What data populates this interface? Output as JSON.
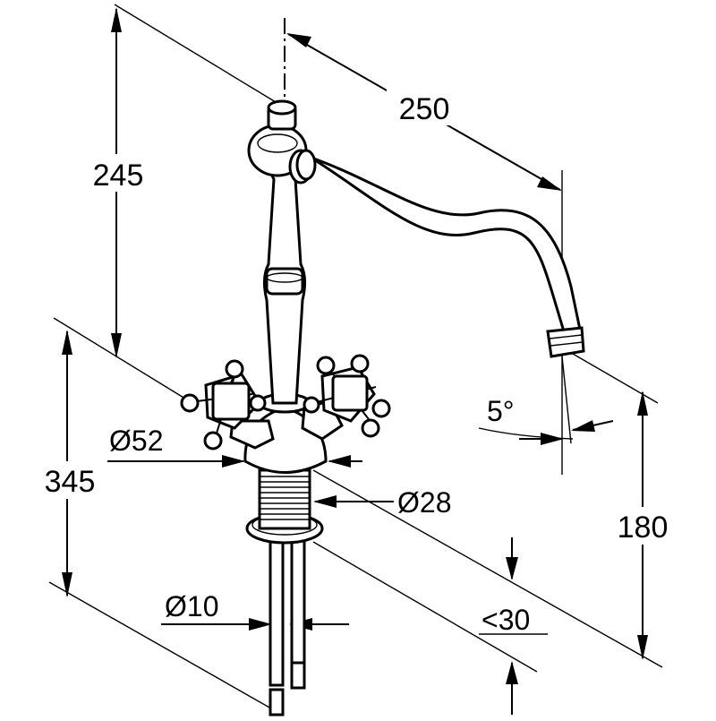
{
  "dimensions": {
    "height_to_top": "245",
    "spout_reach": "250",
    "total_height": "345",
    "outlet_height": "180",
    "base_diameter": "Ø52",
    "thread_diameter": "Ø28",
    "pipe_diameter": "Ø10",
    "max_thickness": "<30",
    "spout_angle": "5°"
  }
}
